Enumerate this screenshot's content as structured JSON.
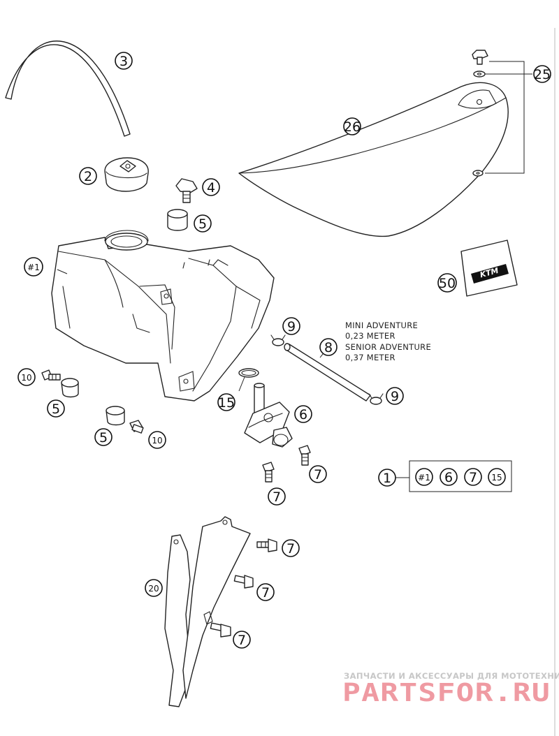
{
  "callouts": {
    "c1": "1",
    "c2": "2",
    "c3": "3",
    "c4": "4",
    "c5a": "5",
    "c5b": "5",
    "c5c": "5",
    "c6": "6",
    "c7a": "7",
    "c7b": "7",
    "c7c": "7",
    "c7d": "7",
    "c7e": "7",
    "c8": "8",
    "c9a": "9",
    "c9b": "9",
    "c10a": "10",
    "c10b": "10",
    "c15": "15",
    "c20": "20",
    "c25": "25",
    "c26": "26",
    "c50": "50",
    "tank": "#1"
  },
  "hose_note": {
    "line1": "MINI ADVENTURE",
    "line2": "0,23 METER",
    "line3": "SENIOR ADVENTURE",
    "line4": "0,37 METER"
  },
  "kit": {
    "label": "1",
    "items": [
      "#1",
      "6",
      "7",
      "15"
    ]
  },
  "sticker_logo": "KTM",
  "watermark": {
    "caption": "ЗАПЧАСТИ И АКСЕССУАРЫ ДЛЯ МОТОТЕХНИКИ",
    "logo": "PARTSFOR.RU"
  }
}
